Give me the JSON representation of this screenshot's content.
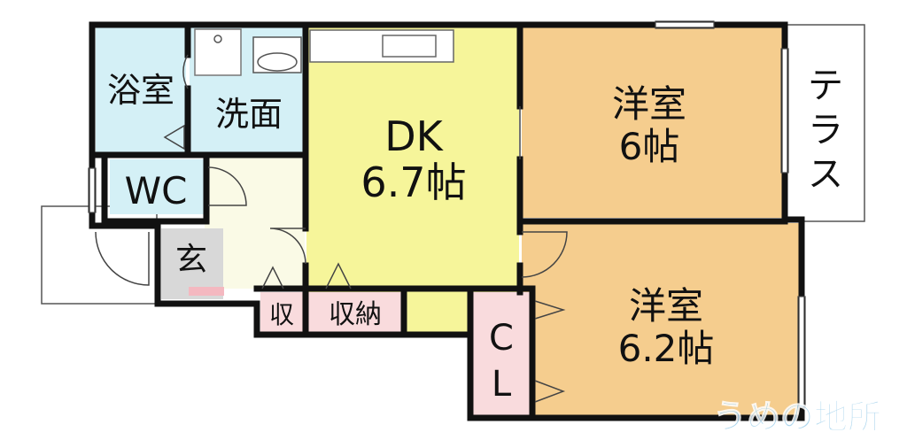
{
  "rooms": {
    "bath": "浴室",
    "washroom": "洗面",
    "wc": "WC",
    "entrance": "玄",
    "dk_name": "DK",
    "dk_size": "6.7帖",
    "western1_name": "洋室",
    "western1_size": "6帖",
    "western2_name": "洋室",
    "western2_size": "6.2帖",
    "closet_small": "収",
    "storage": "収納",
    "cl_c": "C",
    "cl_l": "L",
    "terrace": [
      "テ",
      "ラ",
      "ス"
    ]
  },
  "watermark": "うめの地所",
  "colors": {
    "wet_area": "#d4f0f6",
    "dk": "#f6f59a",
    "western": "#f5cd8e",
    "entrance": "#d8d8d8",
    "hall": "#fafae6",
    "storage": "#f9dbdd",
    "wall": "#111111",
    "watermark": "#9fd0ec"
  }
}
